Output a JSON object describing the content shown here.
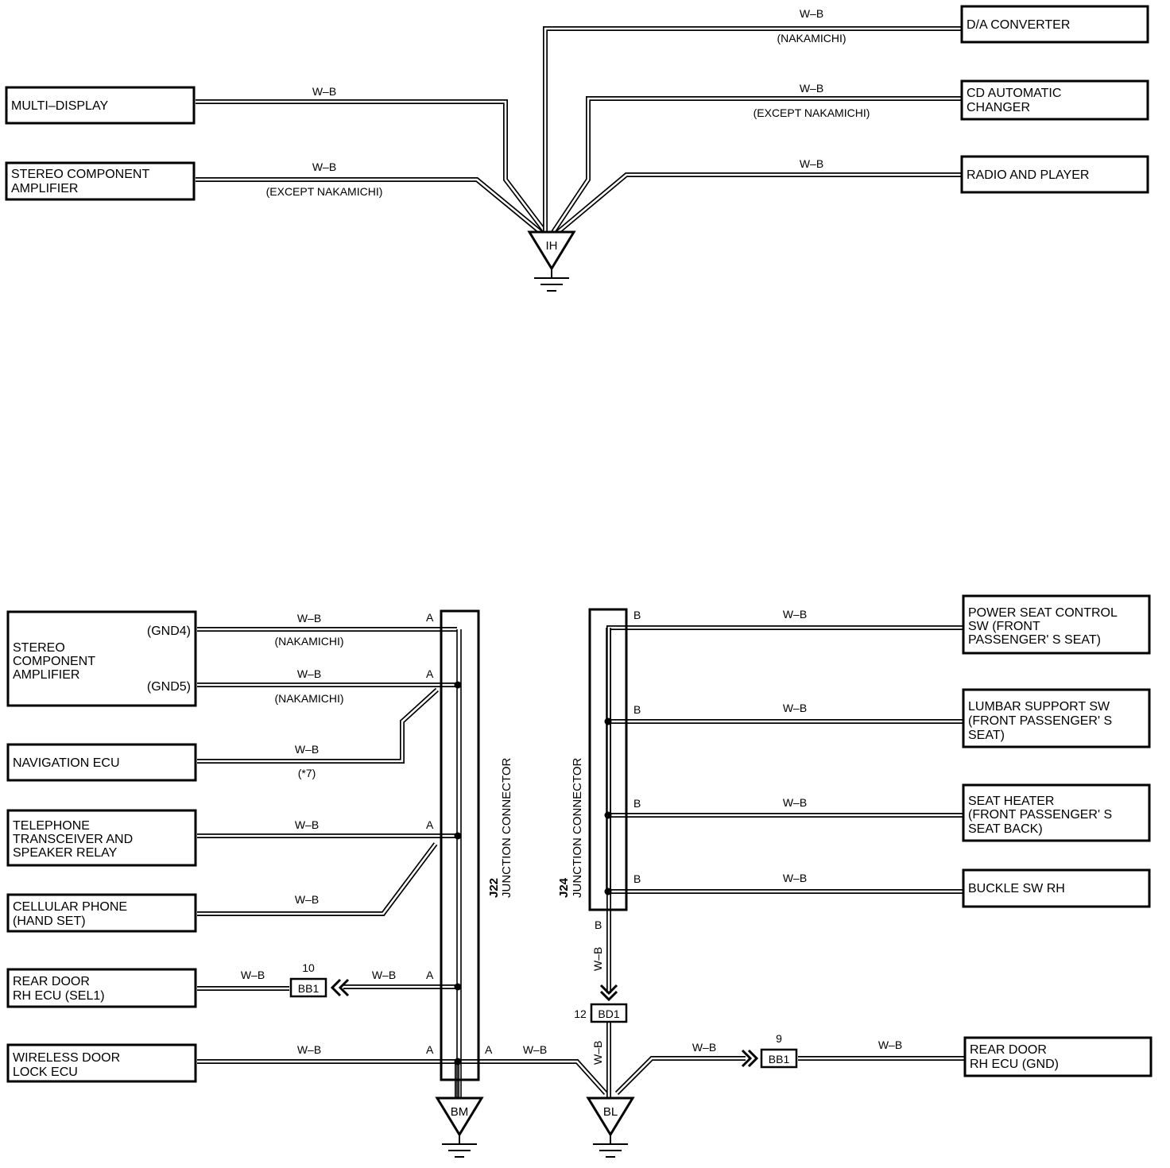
{
  "wire_color": "W–B",
  "top": {
    "ground_point": "IH",
    "left_components": [
      {
        "id": "multi_display",
        "lines": [
          "MULTI–DISPLAY"
        ],
        "note": ""
      },
      {
        "id": "stereo_amp",
        "lines": [
          "STEREO COMPONENT",
          "AMPLIFIER"
        ],
        "note": "(EXCEPT NAKAMICHI)"
      }
    ],
    "right_components": [
      {
        "id": "da_converter",
        "lines": [
          "D/A CONVERTER"
        ],
        "note": "(NAKAMICHI)"
      },
      {
        "id": "cd_changer",
        "lines": [
          "CD AUTOMATIC",
          "CHANGER"
        ],
        "note": "(EXCEPT NAKAMICHI)"
      },
      {
        "id": "radio_player",
        "lines": [
          "RADIO AND PLAYER"
        ],
        "note": ""
      }
    ]
  },
  "bottom": {
    "j22": {
      "code": "J22",
      "name": "JUNCTION CONNECTOR"
    },
    "j24": {
      "code": "J24",
      "name": "JUNCTION CONNECTOR"
    },
    "grounds": [
      "BM",
      "BL"
    ],
    "stereo_amp": {
      "lines": [
        "STEREO",
        "COMPONENT",
        "AMPLIFIER"
      ],
      "pins": [
        "(GND4)",
        "(GND5)"
      ],
      "note": "(NAKAMICHI)"
    },
    "left_components": [
      {
        "id": "navigation_ecu",
        "lines": [
          "NAVIGATION ECU"
        ],
        "note": "(*7)"
      },
      {
        "id": "telephone",
        "lines": [
          "TELEPHONE",
          "TRANSCEIVER AND",
          "SPEAKER RELAY"
        ]
      },
      {
        "id": "cellular",
        "lines": [
          "CELLULAR PHONE",
          "(HAND SET)"
        ]
      },
      {
        "id": "rear_door_sel1",
        "lines": [
          "REAR DOOR",
          "RH ECU (SEL1)"
        ]
      },
      {
        "id": "wireless_door",
        "lines": [
          "WIRELESS DOOR",
          "LOCK ECU"
        ]
      }
    ],
    "right_components": [
      {
        "id": "power_seat",
        "lines": [
          "POWER SEAT CONTROL",
          "SW (FRONT",
          "PASSENGER' S SEAT)"
        ]
      },
      {
        "id": "lumbar",
        "lines": [
          "LUMBAR SUPPORT SW",
          "(FRONT PASSENGER' S",
          " SEAT)"
        ]
      },
      {
        "id": "seat_heater",
        "lines": [
          "SEAT HEATER",
          "(FRONT PASSENGER' S",
          " SEAT BACK)"
        ]
      },
      {
        "id": "buckle",
        "lines": [
          "BUCKLE SW RH"
        ]
      },
      {
        "id": "rear_door_gnd",
        "lines": [
          "REAR DOOR",
          "RH ECU (GND)"
        ]
      }
    ],
    "pin_a": "A",
    "pin_b": "B",
    "connectors": [
      {
        "id": "bb1_10",
        "label": "BB1",
        "pin": "10"
      },
      {
        "id": "bd1_12",
        "label": "BD1",
        "pin": "12"
      },
      {
        "id": "bb1_9",
        "label": "BB1",
        "pin": "9"
      }
    ]
  }
}
